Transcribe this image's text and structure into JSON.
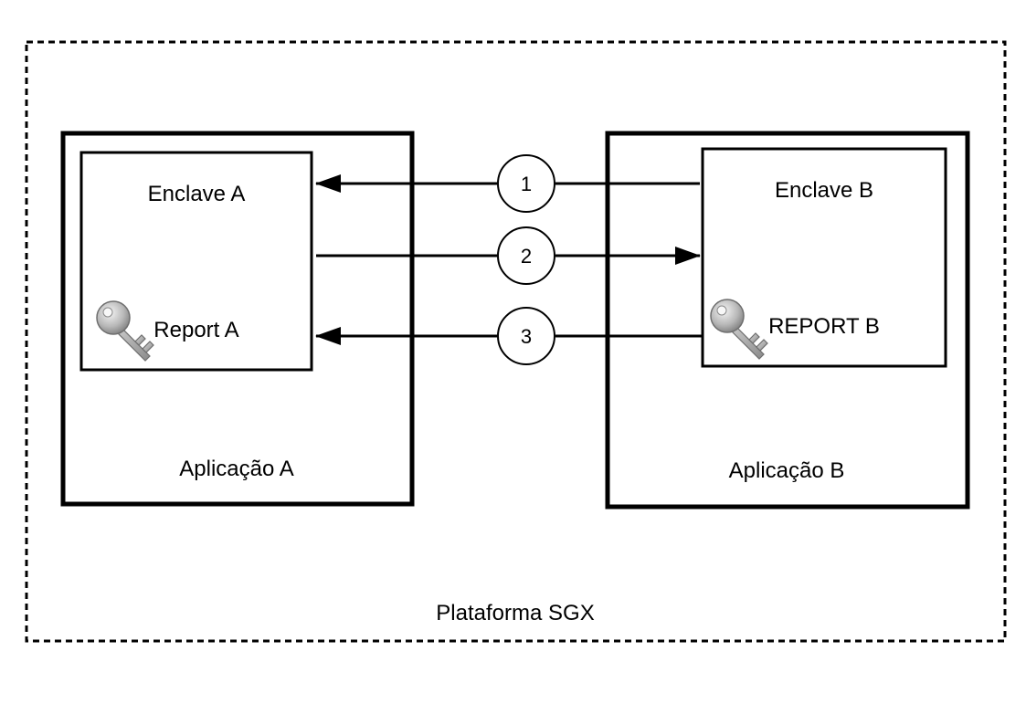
{
  "platform": {
    "label": "Plataforma SGX"
  },
  "app_a": {
    "label": "Aplicação A"
  },
  "app_b": {
    "label": "Aplicação B"
  },
  "enclave_a": {
    "label": "Enclave A",
    "report_label": "Report A"
  },
  "enclave_b": {
    "label": "Enclave B",
    "report_label": "REPORT B"
  },
  "steps": [
    {
      "number": "1",
      "direction": "B-to-A"
    },
    {
      "number": "2",
      "direction": "A-to-B"
    },
    {
      "number": "3",
      "direction": "B-to-A"
    }
  ],
  "colors": {
    "stroke": "#000000",
    "background": "#ffffff"
  },
  "icons": {
    "report_a": "key-icon",
    "report_b": "key-icon"
  }
}
